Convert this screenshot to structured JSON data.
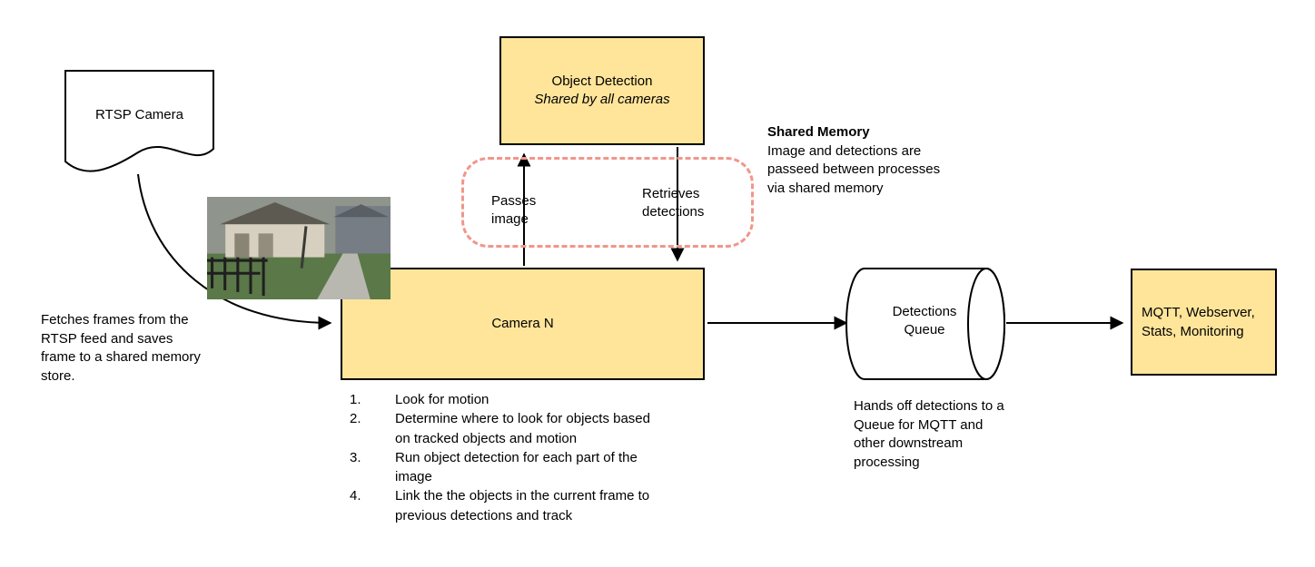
{
  "colors": {
    "box_fill": "#ffe59a",
    "box_border": "#000000",
    "dashed_border": "#f0968a",
    "arrow": "#000000"
  },
  "rtsp": {
    "label": "RTSP Camera"
  },
  "fetch_note": "Fetches frames from the RTSP feed and saves frame to a shared memory store.",
  "object_detection": {
    "title": "Object Detection",
    "subtitle": "Shared by all cameras"
  },
  "shared_memory": {
    "title": "Shared Memory",
    "body": "Image and detections are passeed between processes via shared memory"
  },
  "ipc_arrows": {
    "passes_label": "Passes image",
    "retrieves_label": "Retrieves detections"
  },
  "camera_n": {
    "label": "Camera N",
    "steps": [
      {
        "num": "1.",
        "text": "Look for motion"
      },
      {
        "num": "2.",
        "text": "Determine where to look for objects based on tracked objects and motion"
      },
      {
        "num": "3.",
        "text": "Run object detection for each part of the image"
      },
      {
        "num": "4.",
        "text": "Link the the objects in the current frame to previous detections and track"
      }
    ]
  },
  "queue": {
    "label": "Detections Queue",
    "note": "Hands off detections to a Queue for MQTT and other downstream processing"
  },
  "sink": {
    "label": "MQTT, Webserver, Stats, Monitoring"
  }
}
